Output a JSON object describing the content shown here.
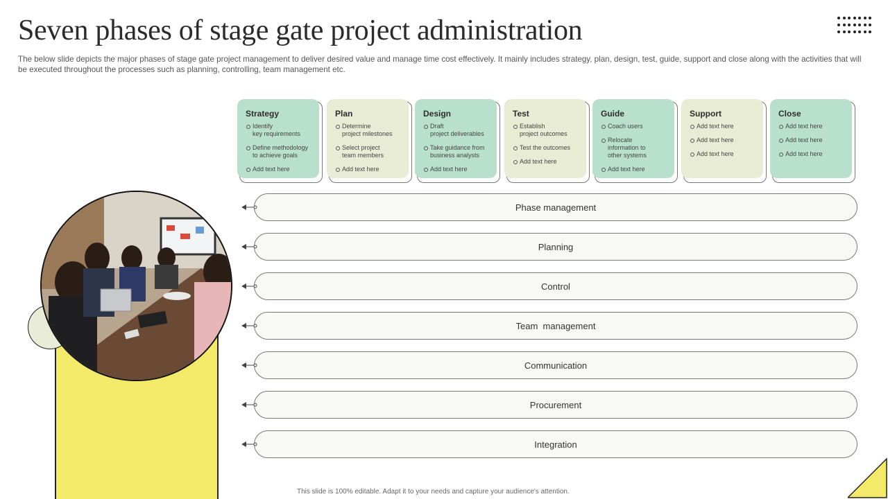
{
  "slide": {
    "title": "Seven phases of stage gate project administration",
    "subtitle": "The below slide depicts the major phases of stage gate project management to deliver desired value and manage time cost effectively.  It mainly includes strategy, plan, design, test, guide, support and close along with the activities that will be executed throughout the processes such as planning, controlling, team management etc.",
    "footnote": "This slide is 100% editable. Adapt it to your needs and capture your audience's attention."
  },
  "colors": {
    "green": "#b9e0cd",
    "cream": "#e9ecd4",
    "yellow": "#f4ea6a"
  },
  "phases": [
    {
      "name": "Strategy",
      "items": [
        "Identify\nkey requirements",
        "Define methodology\nto achieve goals",
        "Add text here"
      ]
    },
    {
      "name": "Plan",
      "items": [
        "Determine\nproject milestones",
        "Select project\nteam members",
        "Add text here"
      ]
    },
    {
      "name": "Design",
      "items": [
        "Draft\nproject deliverables",
        "Take guidance  from\nbusiness analysts",
        "Add text here"
      ]
    },
    {
      "name": "Test",
      "items": [
        "Establish\nproject outcomes",
        "Test the outcomes",
        "Add text here"
      ]
    },
    {
      "name": "Guide",
      "items": [
        "Coach users",
        "Relocate\ninformation to\nother systems",
        "Add text  here"
      ]
    },
    {
      "name": "Support",
      "items": [
        "Add text here",
        "Add text here",
        "Add text here"
      ]
    },
    {
      "name": "Close",
      "items": [
        "Add text here",
        "Add text here",
        "Add text here"
      ]
    }
  ],
  "activities": [
    "Phase management",
    "Planning",
    "Control",
    "Team  management",
    "Communication",
    "Procurement",
    "Integration"
  ]
}
